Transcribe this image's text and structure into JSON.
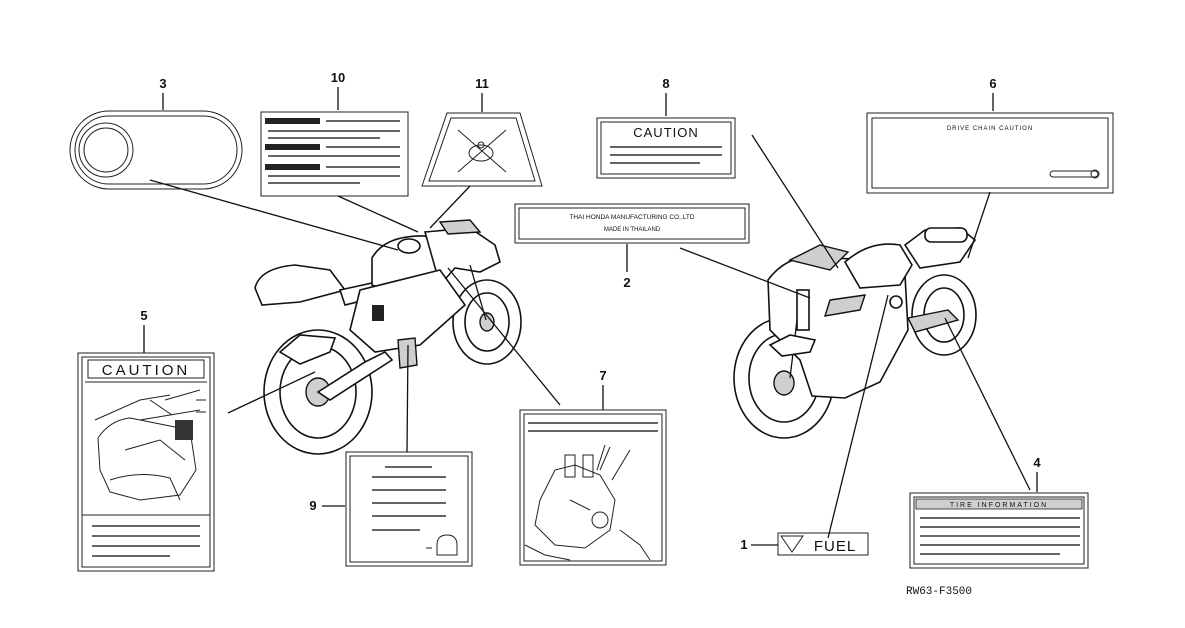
{
  "labels": {
    "caution_8": "CAUTION",
    "caution_5": "CAUTION",
    "maker_line1": "THAI HONDA MANUFACTURING CO.,LTD",
    "maker_line2": "MADE IN THAILAND",
    "fuel": "FUEL",
    "tire_info": "TIRE INFORMATION",
    "drive_chain": "DRIVE CHAIN CAUTION"
  },
  "callouts": [
    {
      "id": "1",
      "part": "fuel-label"
    },
    {
      "id": "2",
      "part": "maker-plate"
    },
    {
      "id": "3",
      "part": "oval-label"
    },
    {
      "id": "4",
      "part": "tire-information-label"
    },
    {
      "id": "5",
      "part": "caution-label-5"
    },
    {
      "id": "6",
      "part": "drive-chain-label"
    },
    {
      "id": "7",
      "part": "carburetor-label"
    },
    {
      "id": "8",
      "part": "caution-label-8"
    },
    {
      "id": "9",
      "part": "spec-label"
    },
    {
      "id": "10",
      "part": "warning-text-label"
    },
    {
      "id": "11",
      "part": "emblem-label"
    }
  ],
  "figure_code": "RW63-F3500"
}
